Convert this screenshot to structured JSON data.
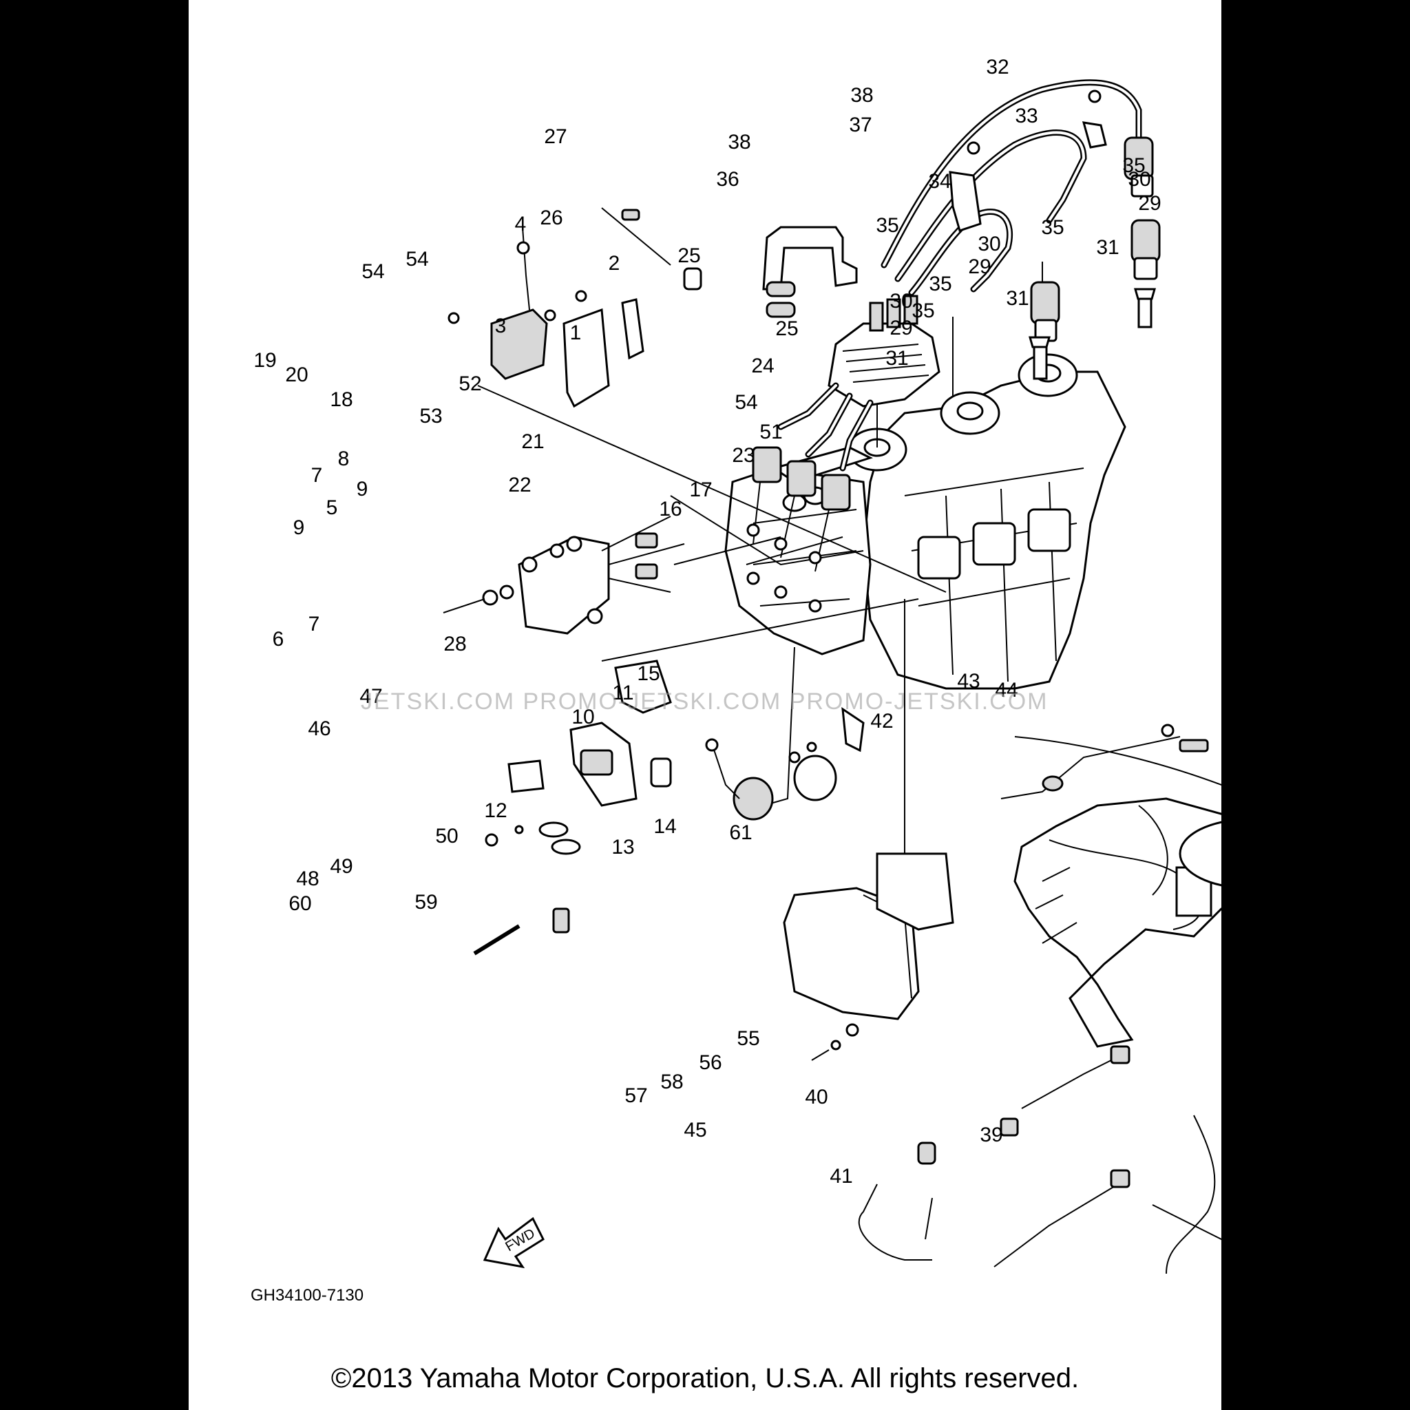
{
  "diagram": {
    "part_code": "GH34100-7130",
    "copyright": "©2013 Yamaha Motor Corporation, U.S.A. All rights reserved.",
    "watermark": "JETSKI.COM  PROMO-JETSKI.COM  PROMO-JETSKI.COM",
    "fwd_label": "FWD",
    "callouts": [
      "1",
      "2",
      "3",
      "4",
      "5",
      "6",
      "7",
      "7",
      "8",
      "9",
      "9",
      "10",
      "11",
      "12",
      "13",
      "14",
      "15",
      "16",
      "17",
      "18",
      "19",
      "20",
      "21",
      "22",
      "23",
      "24",
      "25",
      "25",
      "26",
      "27",
      "28",
      "29",
      "29",
      "29",
      "30",
      "30",
      "30",
      "31",
      "31",
      "31",
      "32",
      "33",
      "34",
      "35",
      "35",
      "35",
      "35",
      "35",
      "36",
      "37",
      "38",
      "38",
      "39",
      "40",
      "41",
      "42",
      "43",
      "44",
      "45",
      "46",
      "47",
      "48",
      "49",
      "50",
      "51",
      "52",
      "53",
      "54",
      "54",
      "54",
      "55",
      "56",
      "57",
      "58",
      "59",
      "60",
      "61"
    ]
  }
}
